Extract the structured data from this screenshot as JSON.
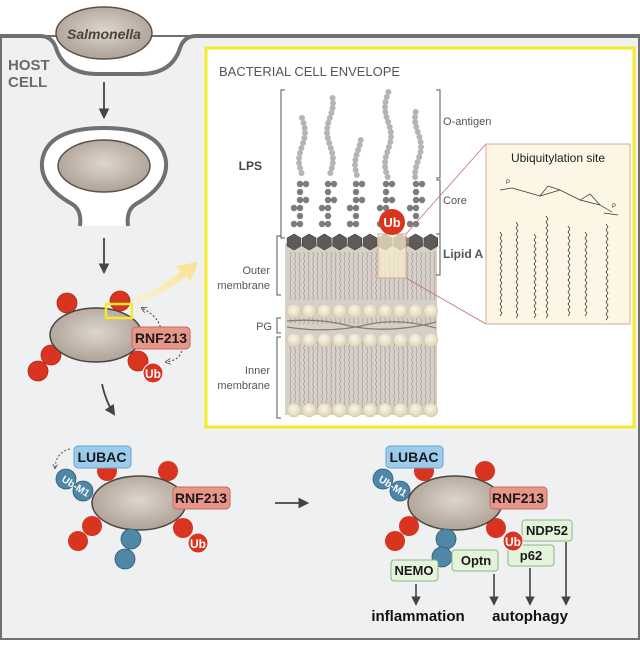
{
  "host": {
    "bacterium_label": "Salmonella",
    "host_label_line1": "HOST",
    "host_label_line2": "CELL"
  },
  "envelope": {
    "title": "BACTERIAL CELL ENVELOPE",
    "lps_label": "LPS",
    "o_antigen_label": "O-antigen",
    "core_label": "Core",
    "lipid_a_label": "Lipid A",
    "outer_membrane_line1": "Outer",
    "outer_membrane_line2": "membrane",
    "pg_label": "PG",
    "inner_membrane_line1": "Inner",
    "inner_membrane_line2": "membrane",
    "ub_label": "Ub"
  },
  "inset": {
    "title": "Ubiquitylation site"
  },
  "step3": {
    "rnf213_label": "RNF213",
    "ub_label": "Ub"
  },
  "step4": {
    "lubac_label": "LUBAC",
    "ubm1_label": "Ub-M1",
    "rnf213_label": "RNF213",
    "ub_label": "Ub"
  },
  "step5": {
    "lubac_label": "LUBAC",
    "ubm1_label": "Ub-M1",
    "rnf213_label": "RNF213",
    "ub_label": "Ub",
    "ndp52_label": "NDP52",
    "p62_label": "p62",
    "optn_label": "Optn",
    "nemo_label": "NEMO",
    "inflammation_label": "inflammation",
    "autophagy_label": "autophagy"
  },
  "colors": {
    "host_bg": "#f0f0f2",
    "membrane": "#6e6e70",
    "bacterium": "#bfb2a6",
    "ub_red": "#d9341f",
    "ub_blue": "#4e88a6",
    "rnf213_fill": "#e8968a",
    "lubac_fill": "#9ccbec",
    "adaptor_fill": "#e4f3dc",
    "highlight_yellow": "#f5ea28",
    "inset_fill": "#fdf6e4"
  }
}
